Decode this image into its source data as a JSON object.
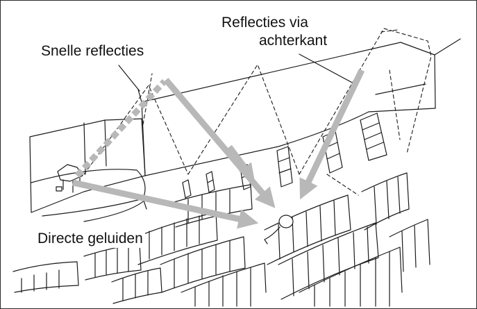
{
  "labels": {
    "snelle_reflecties": "Snelle reflecties",
    "reflecties_via_line1": "Reflecties via",
    "reflecties_via_line2": "achterkant",
    "directe_geluiden": "Directe geluiden"
  },
  "colors": {
    "line": "#1a1a1a",
    "arrow": "#b8b8b8",
    "background": "#ffffff"
  }
}
